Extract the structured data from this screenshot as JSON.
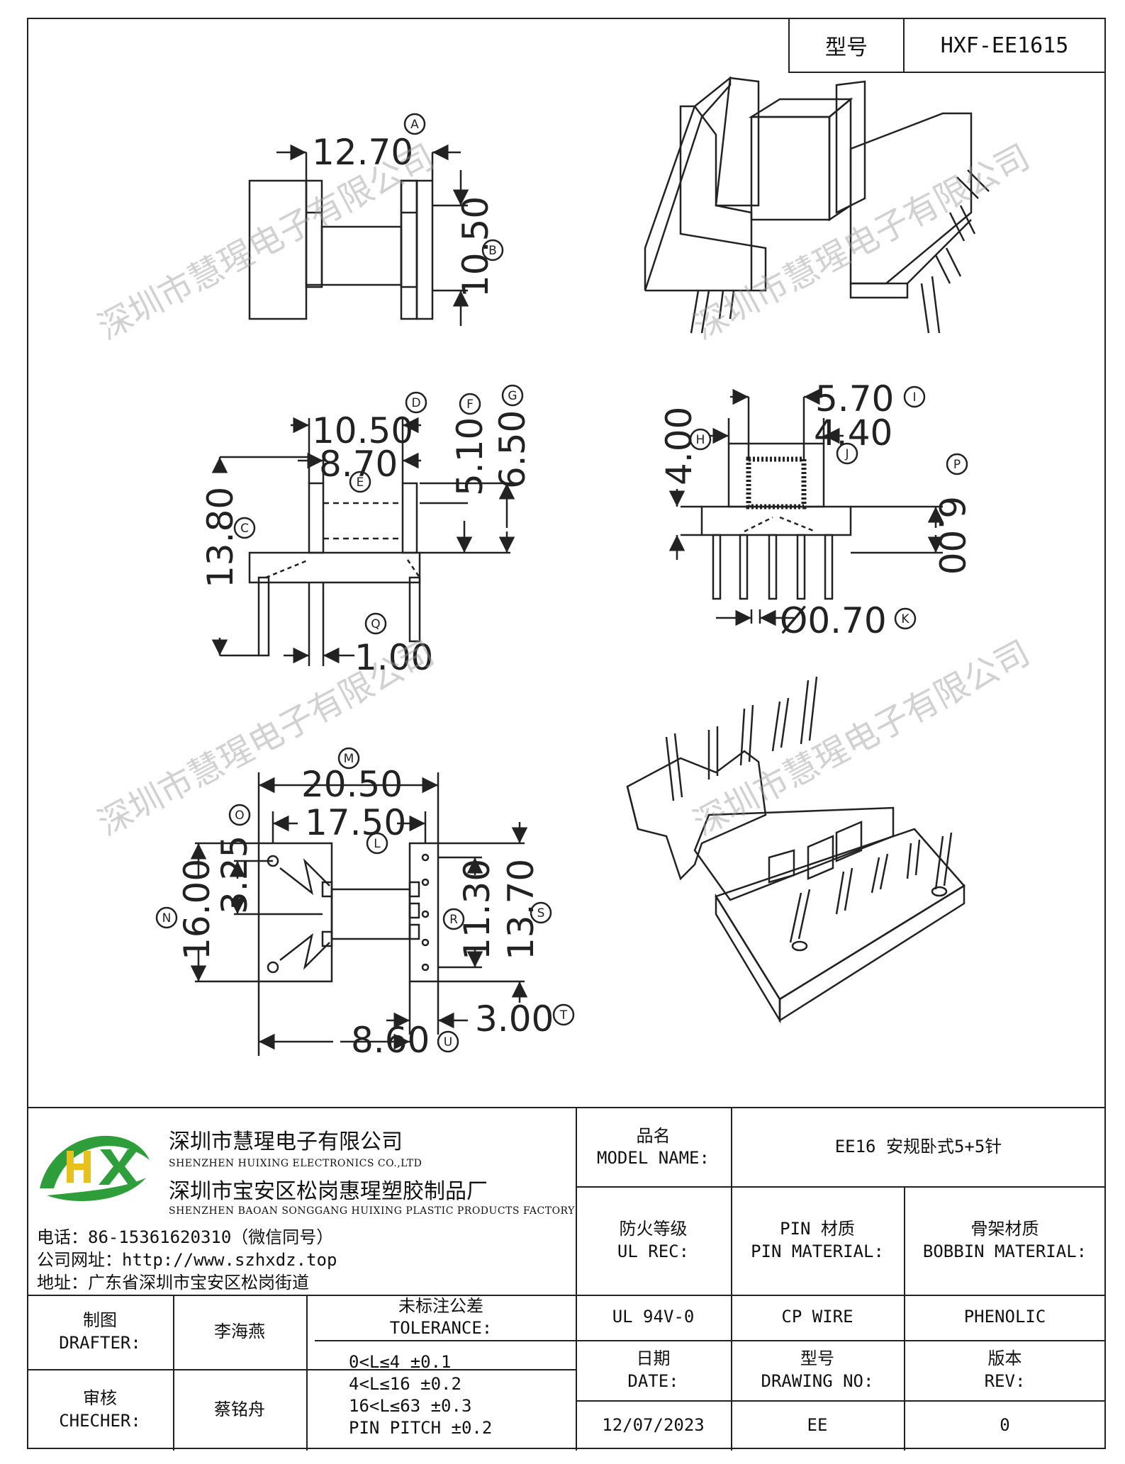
{
  "header": {
    "model_label": "型号",
    "model_value": "HXF-EE1615"
  },
  "watermark": "深圳市慧瑆电子有限公司",
  "dimensions": {
    "top_width": "12.70",
    "top_height": "10.50",
    "side_d": "10.50",
    "side_e": "8.70",
    "side_f": "5.10",
    "side_g": "6.50",
    "side_c": "13.80",
    "side_q": "1.00",
    "front_i": "5.70",
    "front_j": "4.40",
    "front_h": "4.00",
    "front_p": "6.00",
    "front_k": "Ø0.70",
    "bottom_m": "20.50",
    "bottom_l": "17.50",
    "bottom_o": "3.25",
    "bottom_n": "16.00",
    "bottom_r": "11.30",
    "bottom_s": "13.70",
    "bottom_t": "3.00",
    "bottom_u": "8.60"
  },
  "markers": {
    "a": "A",
    "b": "B",
    "c": "C",
    "d": "D",
    "e": "E",
    "f": "F",
    "g": "G",
    "h": "H",
    "i": "I",
    "j": "J",
    "k": "K",
    "l": "L",
    "m": "M",
    "n": "N",
    "o": "O",
    "p": "P",
    "q": "Q",
    "r": "R",
    "s": "S",
    "t": "T",
    "u": "U"
  },
  "company": {
    "logo_text": "HX",
    "name_cn": "深圳市慧瑆电子有限公司",
    "name_en": "SHENZHEN HUIXING ELECTRONICS CO.,LTD",
    "factory_cn": "深圳市宝安区松岗惠瑆塑胶制品厂",
    "factory_en": "SHENZHEN BAOAN SONGGANG HUIXING PLASTIC PRODUCTS FACTORY",
    "phone": "电话：86-15361620310（微信同号）",
    "website": "公司网址：http://www.szhxdz.top",
    "address": "地址：广东省深圳市宝安区松岗街道"
  },
  "titleblock": {
    "model_name_cn": "品名",
    "model_name_en": "MODEL NAME:",
    "model_name_value": "EE16 安规卧式5+5针",
    "ul_cn": "防火等级",
    "ul_en": "UL REC:",
    "pin_cn": "PIN 材质",
    "pin_en": "PIN MATERIAL:",
    "bobbin_cn": "骨架材质",
    "bobbin_en": "BOBBIN MATERIAL:",
    "ul_value": "UL 94V-0",
    "pin_value": "CP WIRE",
    "bobbin_value": "PHENOLIC",
    "date_cn": "日期",
    "date_en": "DATE:",
    "drawing_no_cn": "型号",
    "drawing_no_en": "DRAWING NO:",
    "rev_cn": "版本",
    "rev_en": "REV:",
    "date_value": "12/07/2023",
    "drawing_no_value": "EE",
    "rev_value": "0",
    "drafter_cn": "制图",
    "drafter_en": "DRAFTER:",
    "drafter_name": "李海燕",
    "checker_cn": "审核",
    "checker_en": "CHECHER:",
    "checker_name": "蔡铭舟",
    "tolerance_cn": "未标注公差",
    "tolerance_en": "TOLERANCE:",
    "tolerance_lines": [
      "0<L≤4  ±0.1",
      "4<L≤16 ±0.2",
      "16<L≤63 ±0.3",
      "PIN PITCH ±0.2"
    ]
  },
  "colors": {
    "logo_green": "#2e9e3a",
    "logo_yellow": "#e8c21c",
    "line": "#222222"
  }
}
